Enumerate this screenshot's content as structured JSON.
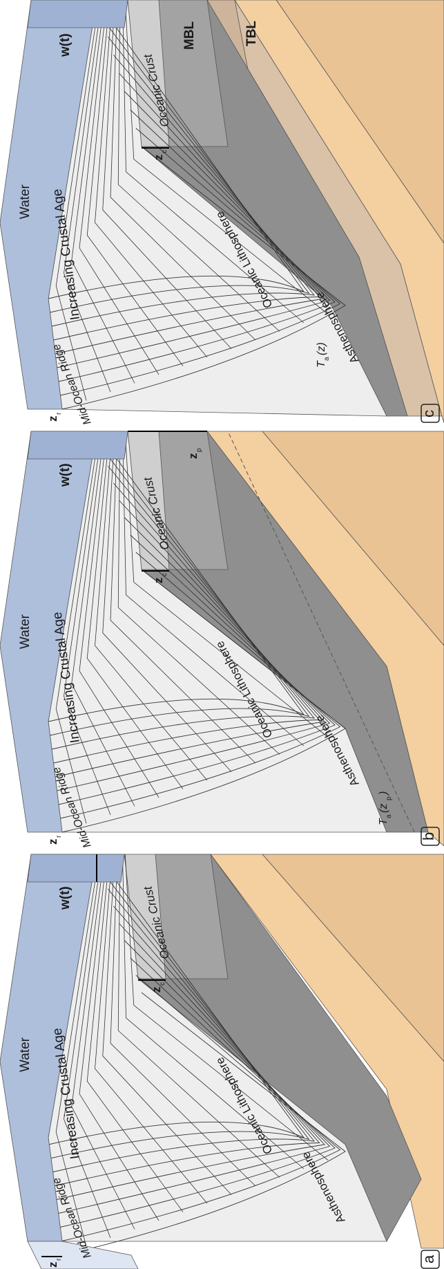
{
  "colors": {
    "water_top": "#aebfdc",
    "water_side": "#c9d5ea",
    "water_front": "#9fb2d4",
    "ridge_side": "#dfe6f3",
    "surface": "#eeeeee",
    "crust": "#cfcfcf",
    "crust_front": "#bdbdbd",
    "lithosphere": "#8f8f8f",
    "lithosphere_front": "#a3a3a3",
    "asthenosphere": "#f4cfa0",
    "asthenosphere_front": "#e9c394",
    "tbl": "#d9c2a8",
    "tbl_front": "#cdb49a"
  },
  "panels": [
    {
      "tag": "a",
      "water": "Water",
      "ridge": "Mid-Ocean Ridge",
      "age": "Increasing Crustal Age",
      "crust": "Oceanic Crust",
      "lithosphere": "Oceanic Lithosphere",
      "asthenosphere": "Asthenosphere",
      "zr_main": "z",
      "zr_sub": "r",
      "zc_main": "z",
      "zc_sub": "c",
      "wt": "w(t)"
    },
    {
      "tag": "b",
      "water": "Water",
      "ridge": "Mid-Ocean Ridge",
      "age": "Increasing Crustal Age",
      "crust": "Oceanic Crust",
      "lithosphere": "Oceanic Lithosphere",
      "asthenosphere": "Asthenosphere",
      "zr_main": "z",
      "zr_sub": "r",
      "zc_main": "z",
      "zc_sub": "c",
      "wt": "w(t)",
      "zp_main": "z",
      "zp_sub": "p",
      "ta_main": "T",
      "ta_sub": "a",
      "ta_arg": "(z",
      "ta_arg_sub": "p",
      "ta_close": ")"
    },
    {
      "tag": "c",
      "water": "Water",
      "ridge": "Mid-Ocean Ridge",
      "age": "Increasing Crustal Age",
      "crust": "Oceanic Crust",
      "lithosphere": "Oceanic Lithosphere",
      "asthenosphere": "Asthenosphere",
      "zr_main": "z",
      "zr_sub": "r",
      "zc_main": "z",
      "zc_sub": "c",
      "wt": "w(t)",
      "mbl": "MBL",
      "tbl": "TBL",
      "ta_main": "T",
      "ta_sub": "a",
      "ta_arg": "(z)"
    }
  ]
}
